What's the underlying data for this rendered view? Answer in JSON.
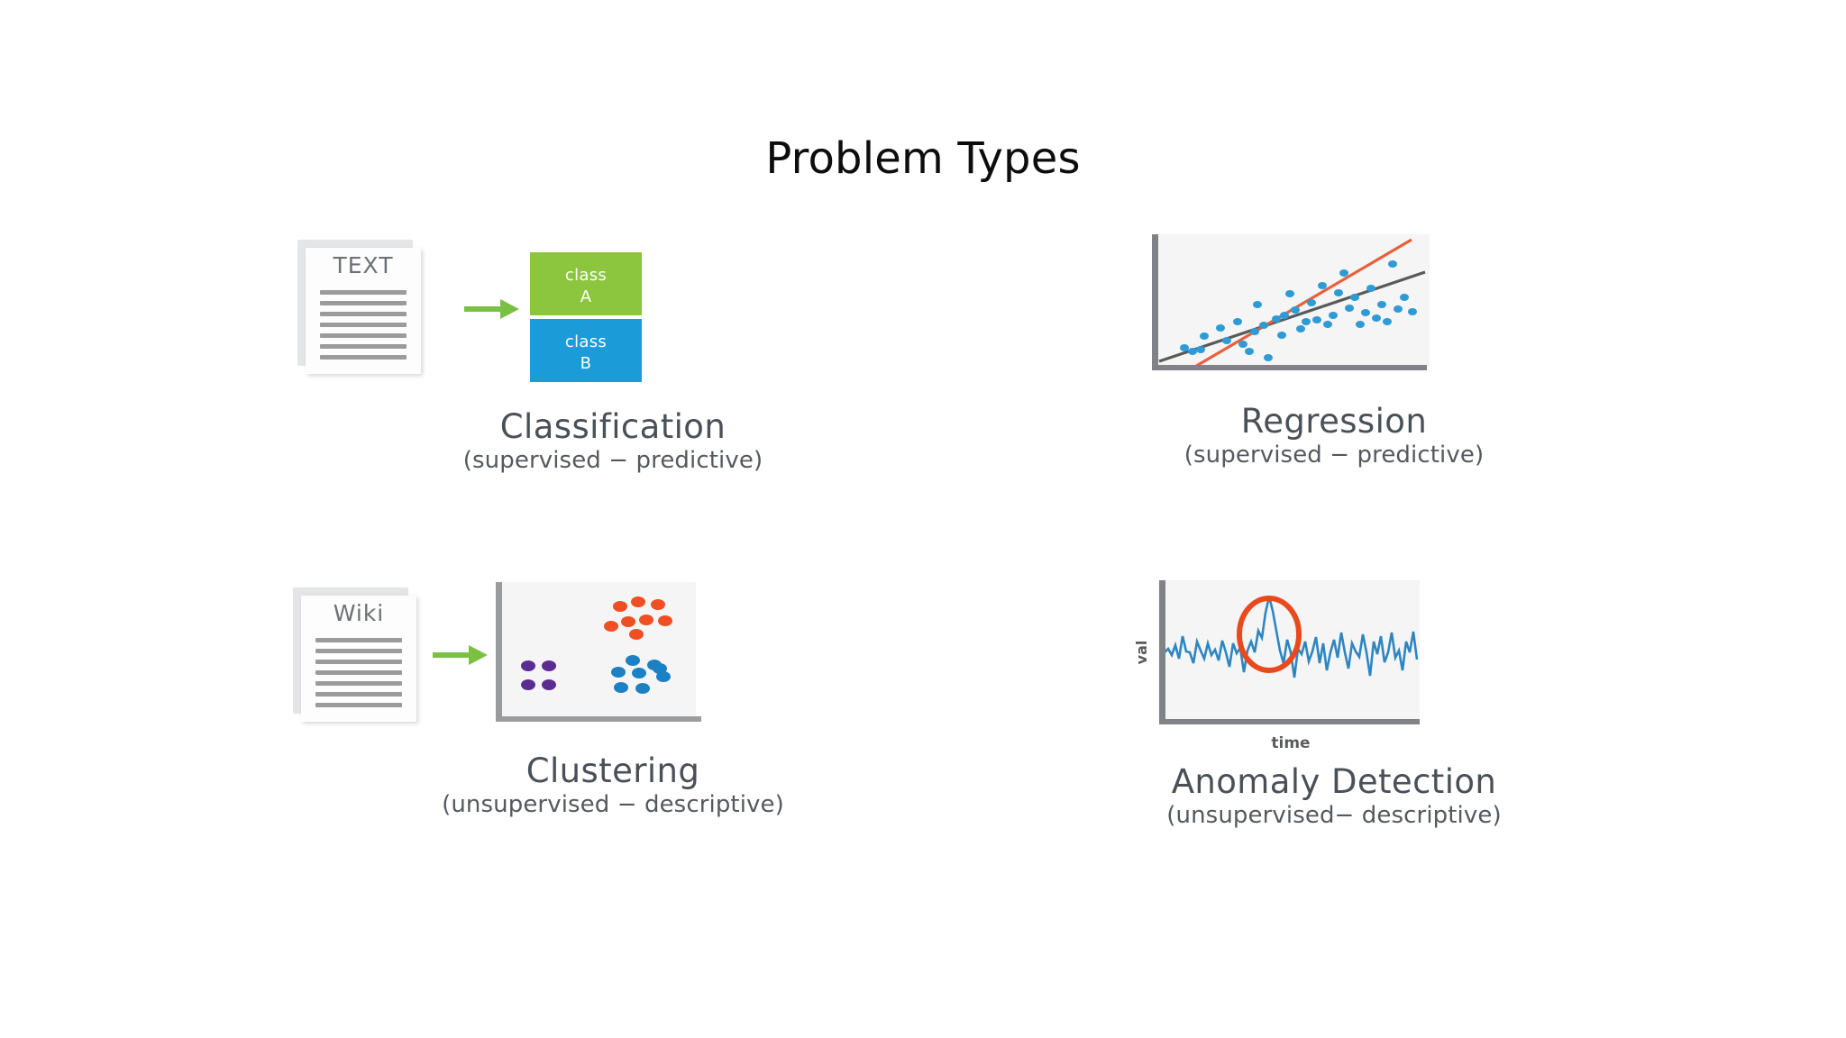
{
  "slide": {
    "title": "Problem Types",
    "background": "#ffffff"
  },
  "colors": {
    "title_text": "#0d0d0d",
    "caption_title": "#4a5058",
    "caption_sub": "#54595f",
    "class_a_green": "#8CC63E",
    "class_b_blue": "#1B9BD8",
    "arrow_green": "#7AC143",
    "doc_paper": "#fdfdfd",
    "doc_shadow": "#e4e5e6",
    "doc_line": "#9b9b9b",
    "doc_text": "#6d7074",
    "plot_background": "#f5f5f5",
    "axis_gray": "#808285",
    "scatter_blue": "#2E9BD6",
    "fit_line_dark": "#58595B",
    "fit_line_orange": "#E8603C",
    "cluster_orange": "#F04E23",
    "cluster_purple": "#5B2D90",
    "cluster_blue": "#1C81C4",
    "series_blue": "#2E86C1",
    "anomaly_circle_red": "#E8491D"
  },
  "quadrants": [
    {
      "id": "classification",
      "title": "Classification",
      "subtitle": "(supervised − predictive)",
      "figure_type": "document-to-classes",
      "document": {
        "label": "TEXT",
        "line_count": 7
      },
      "arrow_icon": "arrow-right-icon",
      "class_boxes": [
        {
          "line1": "class",
          "line2": "A",
          "color": "#8CC63E"
        },
        {
          "line1": "class",
          "line2": "B",
          "color": "#1B9BD8"
        }
      ]
    },
    {
      "id": "regression",
      "title": "Regression",
      "subtitle": "(supervised − predictive)",
      "figure_type": "scatter-with-fit-lines"
    },
    {
      "id": "clustering",
      "title": "Clustering",
      "subtitle": "(unsupervised − descriptive)",
      "figure_type": "document-to-clusters",
      "document": {
        "label": "Wiki",
        "line_count": 7
      },
      "arrow_icon": "arrow-right-icon"
    },
    {
      "id": "anomaly",
      "title": "Anomaly Detection",
      "subtitle": "(unsupervised− descriptive)",
      "figure_type": "timeseries-with-anomaly",
      "axis_labels": {
        "y": "val",
        "x": "time"
      }
    }
  ],
  "chart_data": [
    {
      "id": "regression-chart",
      "type": "scatter",
      "title": "Regression",
      "xlabel": "",
      "ylabel": "",
      "xlim": [
        0,
        100
      ],
      "ylim": [
        0,
        100
      ],
      "grid": false,
      "legend": "none",
      "series": [
        {
          "name": "observations",
          "color": "#2E9BD6",
          "points": [
            [
              10,
              16
            ],
            [
              13,
              13
            ],
            [
              16,
              14
            ],
            [
              17,
              24
            ],
            [
              23,
              30
            ],
            [
              25,
              21
            ],
            [
              29,
              35
            ],
            [
              31,
              18
            ],
            [
              33,
              13
            ],
            [
              35,
              27
            ],
            [
              36,
              47
            ],
            [
              38,
              33
            ],
            [
              40,
              9
            ],
            [
              43,
              38
            ],
            [
              45,
              25
            ],
            [
              46,
              40
            ],
            [
              48,
              56
            ],
            [
              50,
              44
            ],
            [
              52,
              30
            ],
            [
              54,
              35
            ],
            [
              56,
              49
            ],
            [
              58,
              36
            ],
            [
              60,
              62
            ],
            [
              62,
              32
            ],
            [
              64,
              40
            ],
            [
              66,
              57
            ],
            [
              68,
              72
            ],
            [
              70,
              46
            ],
            [
              72,
              54
            ],
            [
              74,
              34
            ],
            [
              76,
              43
            ],
            [
              78,
              64
            ],
            [
              80,
              40
            ],
            [
              82,
              50
            ],
            [
              84,
              36
            ],
            [
              86,
              78
            ],
            [
              88,
              46
            ],
            [
              90,
              58
            ],
            [
              93,
              47
            ]
          ]
        }
      ],
      "fit_lines": [
        {
          "name": "fit-line-dark",
          "color": "#58595B",
          "from": [
            0,
            5
          ],
          "to": [
            100,
            72
          ]
        },
        {
          "name": "fit-line-orange",
          "color": "#E8603C",
          "from": [
            13,
            0
          ],
          "to": [
            95,
            96
          ]
        }
      ]
    },
    {
      "id": "clustering-chart",
      "type": "scatter",
      "title": "Clustering",
      "xlabel": "",
      "ylabel": "",
      "xlim": [
        0,
        100
      ],
      "ylim": [
        0,
        100
      ],
      "grid": false,
      "legend": "none",
      "series": [
        {
          "name": "cluster-orange",
          "color": "#F04E23",
          "points": [
            [
              62,
              86
            ],
            [
              71,
              90
            ],
            [
              82,
              88
            ],
            [
              66,
              78
            ],
            [
              75,
              76
            ],
            [
              86,
              78
            ],
            [
              70,
              68
            ],
            [
              79,
              68
            ]
          ]
        },
        {
          "name": "cluster-purple",
          "color": "#5B2D90",
          "points": [
            [
              12,
              42
            ],
            [
              25,
              42
            ],
            [
              12,
              26
            ],
            [
              25,
              26
            ]
          ]
        },
        {
          "name": "cluster-blue",
          "color": "#1C81C4",
          "points": [
            [
              68,
              44
            ],
            [
              80,
              40
            ],
            [
              60,
              34
            ],
            [
              71,
              32
            ],
            [
              84,
              30
            ],
            [
              62,
              22
            ],
            [
              74,
              20
            ],
            [
              86,
              34
            ]
          ]
        }
      ]
    },
    {
      "id": "anomaly-chart",
      "type": "line",
      "title": "Anomaly Detection",
      "xlabel": "time",
      "ylabel": "val",
      "xlim": [
        0,
        100
      ],
      "ylim": [
        0,
        100
      ],
      "grid": false,
      "legend": "none",
      "annotations": [
        {
          "type": "ellipse",
          "label": "anomaly-highlight",
          "cx": 36,
          "cy": 56,
          "rx": 10,
          "ry": 17,
          "color": "#E8491D"
        }
      ],
      "series": [
        {
          "name": "signal",
          "color": "#2E86C1",
          "values": [
            50,
            52,
            49,
            54,
            47,
            56,
            38,
            53,
            50,
            44,
            58,
            51,
            46,
            55,
            48,
            52,
            45,
            57,
            50,
            42,
            56,
            49,
            53,
            36,
            52,
            58,
            50,
            62,
            56,
            72,
            88,
            74,
            60,
            52,
            44,
            58,
            50,
            34,
            53,
            49,
            57,
            46,
            52,
            59,
            44,
            55,
            38,
            52,
            57,
            48,
            60,
            50,
            41,
            56,
            51,
            47,
            62,
            50,
            36,
            55,
            49,
            58,
            44,
            52,
            60,
            47,
            53,
            39,
            56,
            50,
            61,
            45,
            52,
            58,
            43,
            55,
            50,
            37,
            57,
            49
          ]
        }
      ]
    }
  ]
}
